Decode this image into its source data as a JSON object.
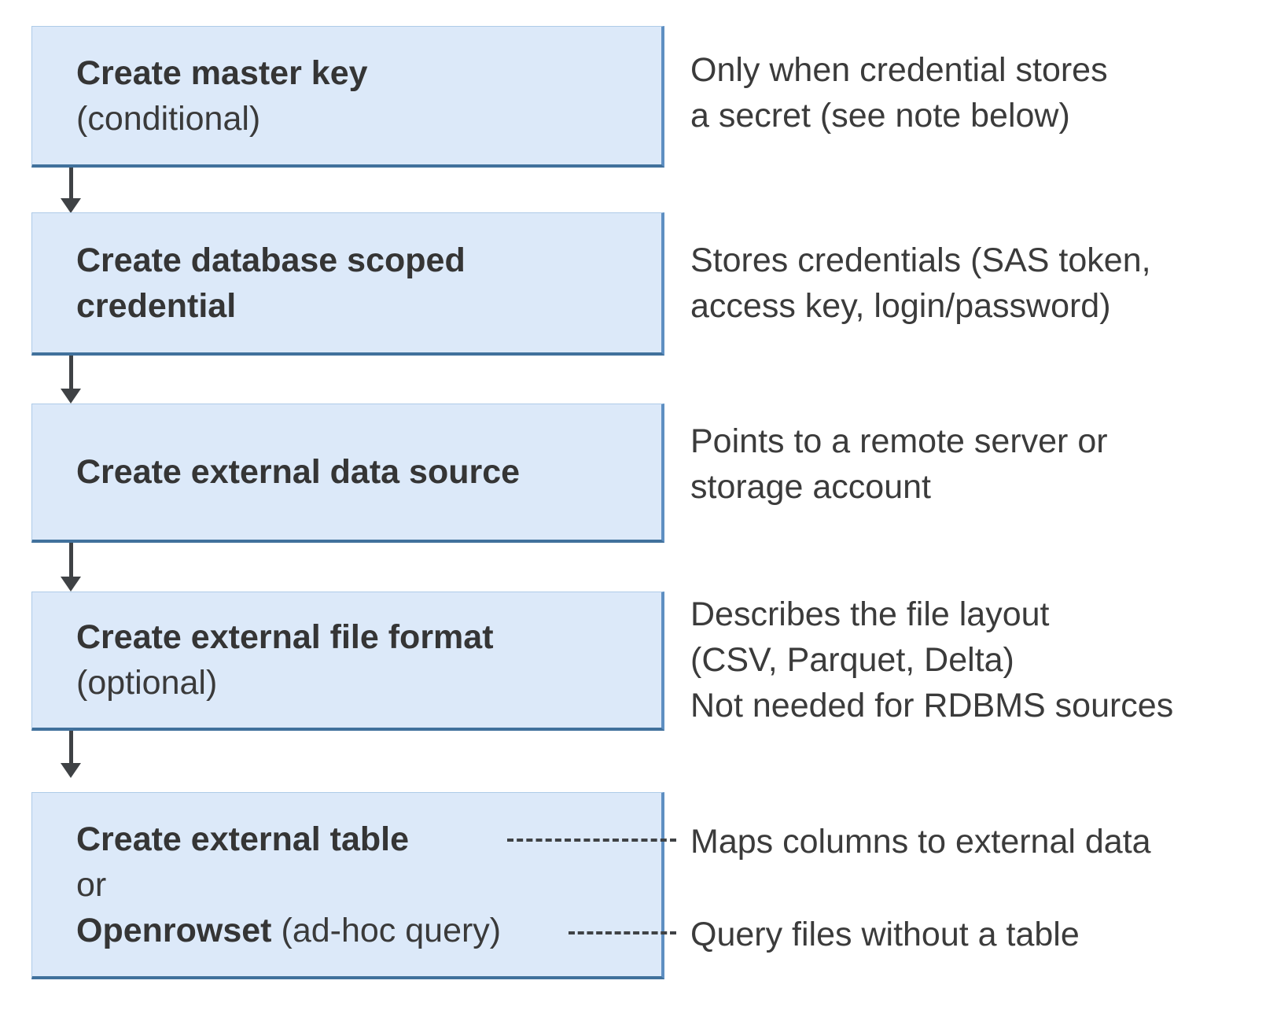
{
  "diagram": {
    "colors": {
      "background": "#ffffff",
      "box_fill": "#dce9f9",
      "box_border_light": "#aecbe8",
      "box_border_right": "#5e8fc2",
      "box_border_bottom": "#41719c",
      "arrow": "#3f4245",
      "text": "#3a3a3a"
    },
    "boxes": [
      {
        "line1": "Create master key",
        "line2": "(conditional)"
      },
      {
        "line1": "Create database scoped",
        "line2": "credential"
      },
      {
        "line1": "Create external data source"
      },
      {
        "line1": "Create external file format",
        "line2": "(optional)"
      },
      {
        "line1": "Create external table",
        "line2": "or",
        "line3_bold": "Openrowset",
        "line3_regular": "(ad-hoc query)"
      }
    ],
    "annotations": [
      {
        "lines": [
          "Only when credential stores",
          "a secret (see note below)"
        ]
      },
      {
        "lines": [
          "Stores credentials (SAS token,",
          "access key, login/password)"
        ]
      },
      {
        "lines": [
          "Points to a remote server or",
          "storage account"
        ]
      },
      {
        "lines": [
          "Describes the file layout",
          "(CSV, Parquet, Delta)",
          "Not needed for RDBMS sources"
        ]
      },
      {
        "lines": [
          "Maps columns to external data"
        ]
      },
      {
        "lines": [
          "Query files without a table"
        ]
      }
    ]
  }
}
